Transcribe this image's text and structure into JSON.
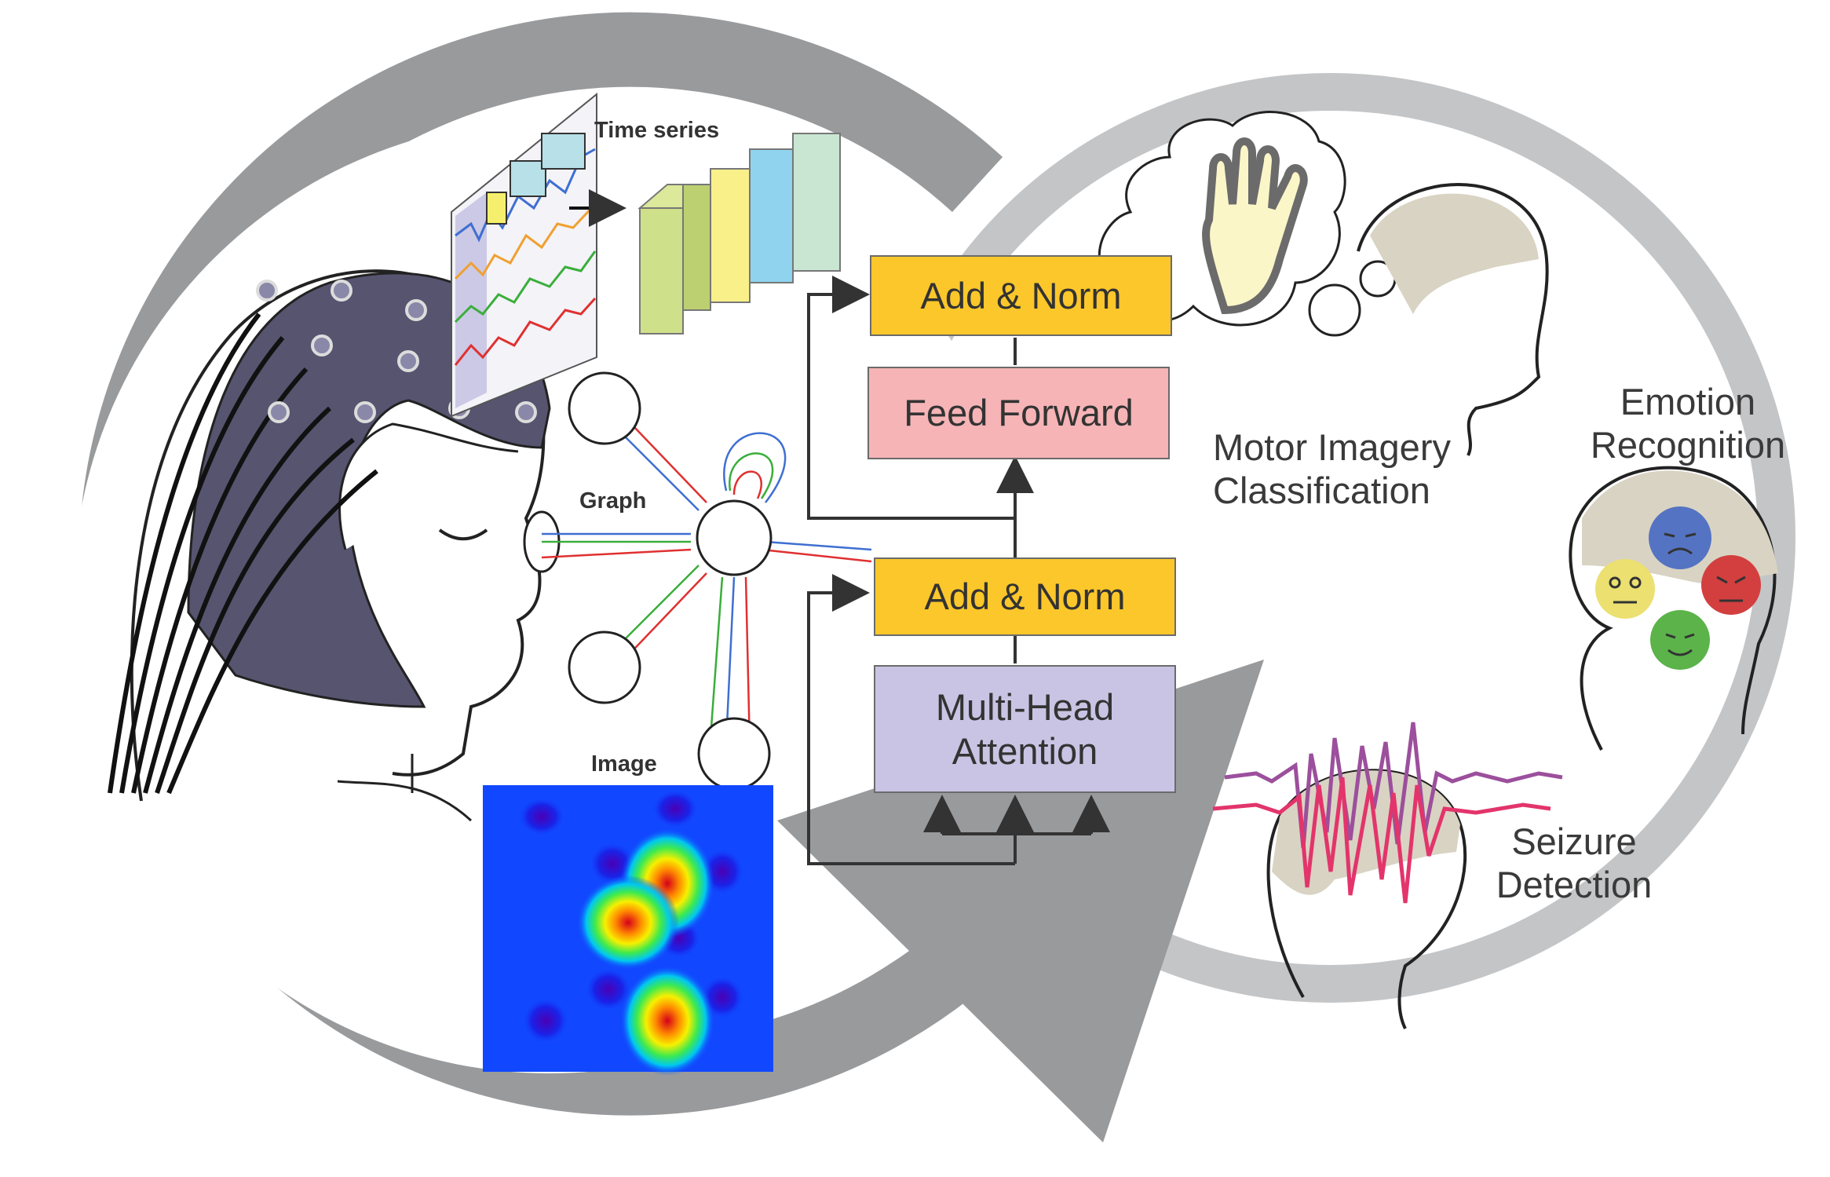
{
  "labels": {
    "time_series": "Time series",
    "graph": "Graph",
    "image": "Image",
    "add_norm_top": "Add & Norm",
    "feed_forward": "Feed Forward",
    "add_norm_bottom": "Add & Norm",
    "mha_line1": "Multi-Head",
    "mha_line2": "Attention",
    "motor_line1": "Motor Imagery",
    "motor_line2": "Classification",
    "emotion_line1": "Emotion",
    "emotion_line2": "Recognition",
    "seizure_line1": "Seizure",
    "seizure_line2": "Detection"
  },
  "colors": {
    "ring": "#999a9c",
    "ring_light": "#c4c5c7",
    "add_norm": "#fcc72a",
    "feed_forward": "#f6b4b6",
    "attention": "#c9c4e3",
    "cap": "#56546f",
    "scalp": "#d9d3c3"
  }
}
